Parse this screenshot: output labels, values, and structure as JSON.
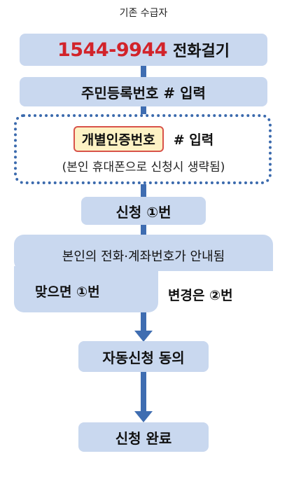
{
  "title": "기존 수급자",
  "step1": {
    "number": "1544-9944",
    "label": "전화걸기"
  },
  "step2": {
    "label": "주민등록번호 # 입력"
  },
  "step3": {
    "highlight": "개별인증번호",
    "suffix": "# 입력",
    "note": "(본인 휴대폰으로 신청시 생략됨)"
  },
  "step4": {
    "label": "신청 ①번"
  },
  "step5": {
    "question": "본인의 전화·계좌번호가 안내됨",
    "option_match": "맞으면 ①번",
    "option_change": "변경은 ②번"
  },
  "step6": {
    "label": "자동신청 동의"
  },
  "step7": {
    "label": "신청 완료"
  },
  "colors": {
    "box_fill": "#c9d8ef",
    "accent_blue": "#3f6db1",
    "number_red": "#d2232a",
    "highlight_fill": "#fdf2c4"
  }
}
